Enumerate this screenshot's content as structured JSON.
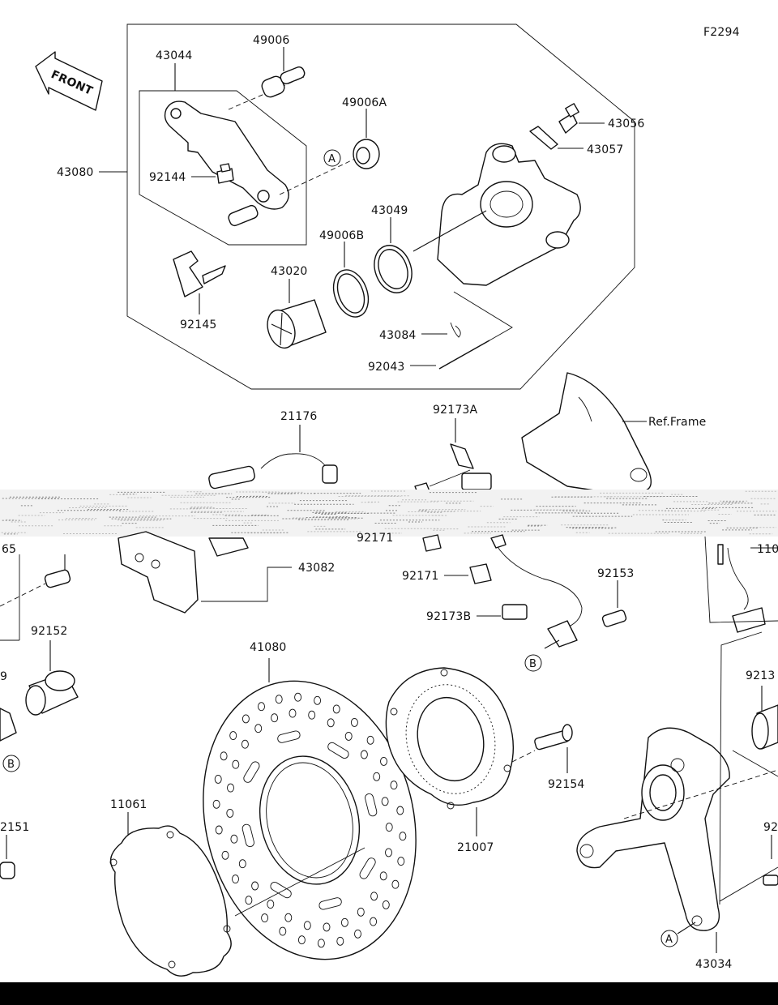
{
  "diagram": {
    "figure_code": "F2294",
    "front_label": "FRONT",
    "ref_frame_label": "Ref.Frame",
    "callout_a": "A",
    "callout_b": "B"
  },
  "parts": {
    "p43080": "43080",
    "p43044": "43044",
    "p49006": "49006",
    "p49006A": "49006A",
    "p49006B": "49006B",
    "p43056": "43056",
    "p43057": "43057",
    "p92144": "92144",
    "p43049": "43049",
    "p43020": "43020",
    "p92145": "92145",
    "p43084": "43084",
    "p92043": "92043",
    "p21176": "21176",
    "p92173A": "92173A",
    "p92171a": "92171",
    "p92171b": "92171",
    "p92173B": "92173B",
    "p92153": "92153",
    "p43082": "43082",
    "p65": "65",
    "p92152": "92152",
    "p9": "9",
    "p41080": "41080",
    "p11061": "11061",
    "p2151": "2151",
    "p21007": "21007",
    "p92154": "92154",
    "p9213": "9213",
    "p92": "92",
    "p43034": "43034",
    "p110": "110"
  }
}
